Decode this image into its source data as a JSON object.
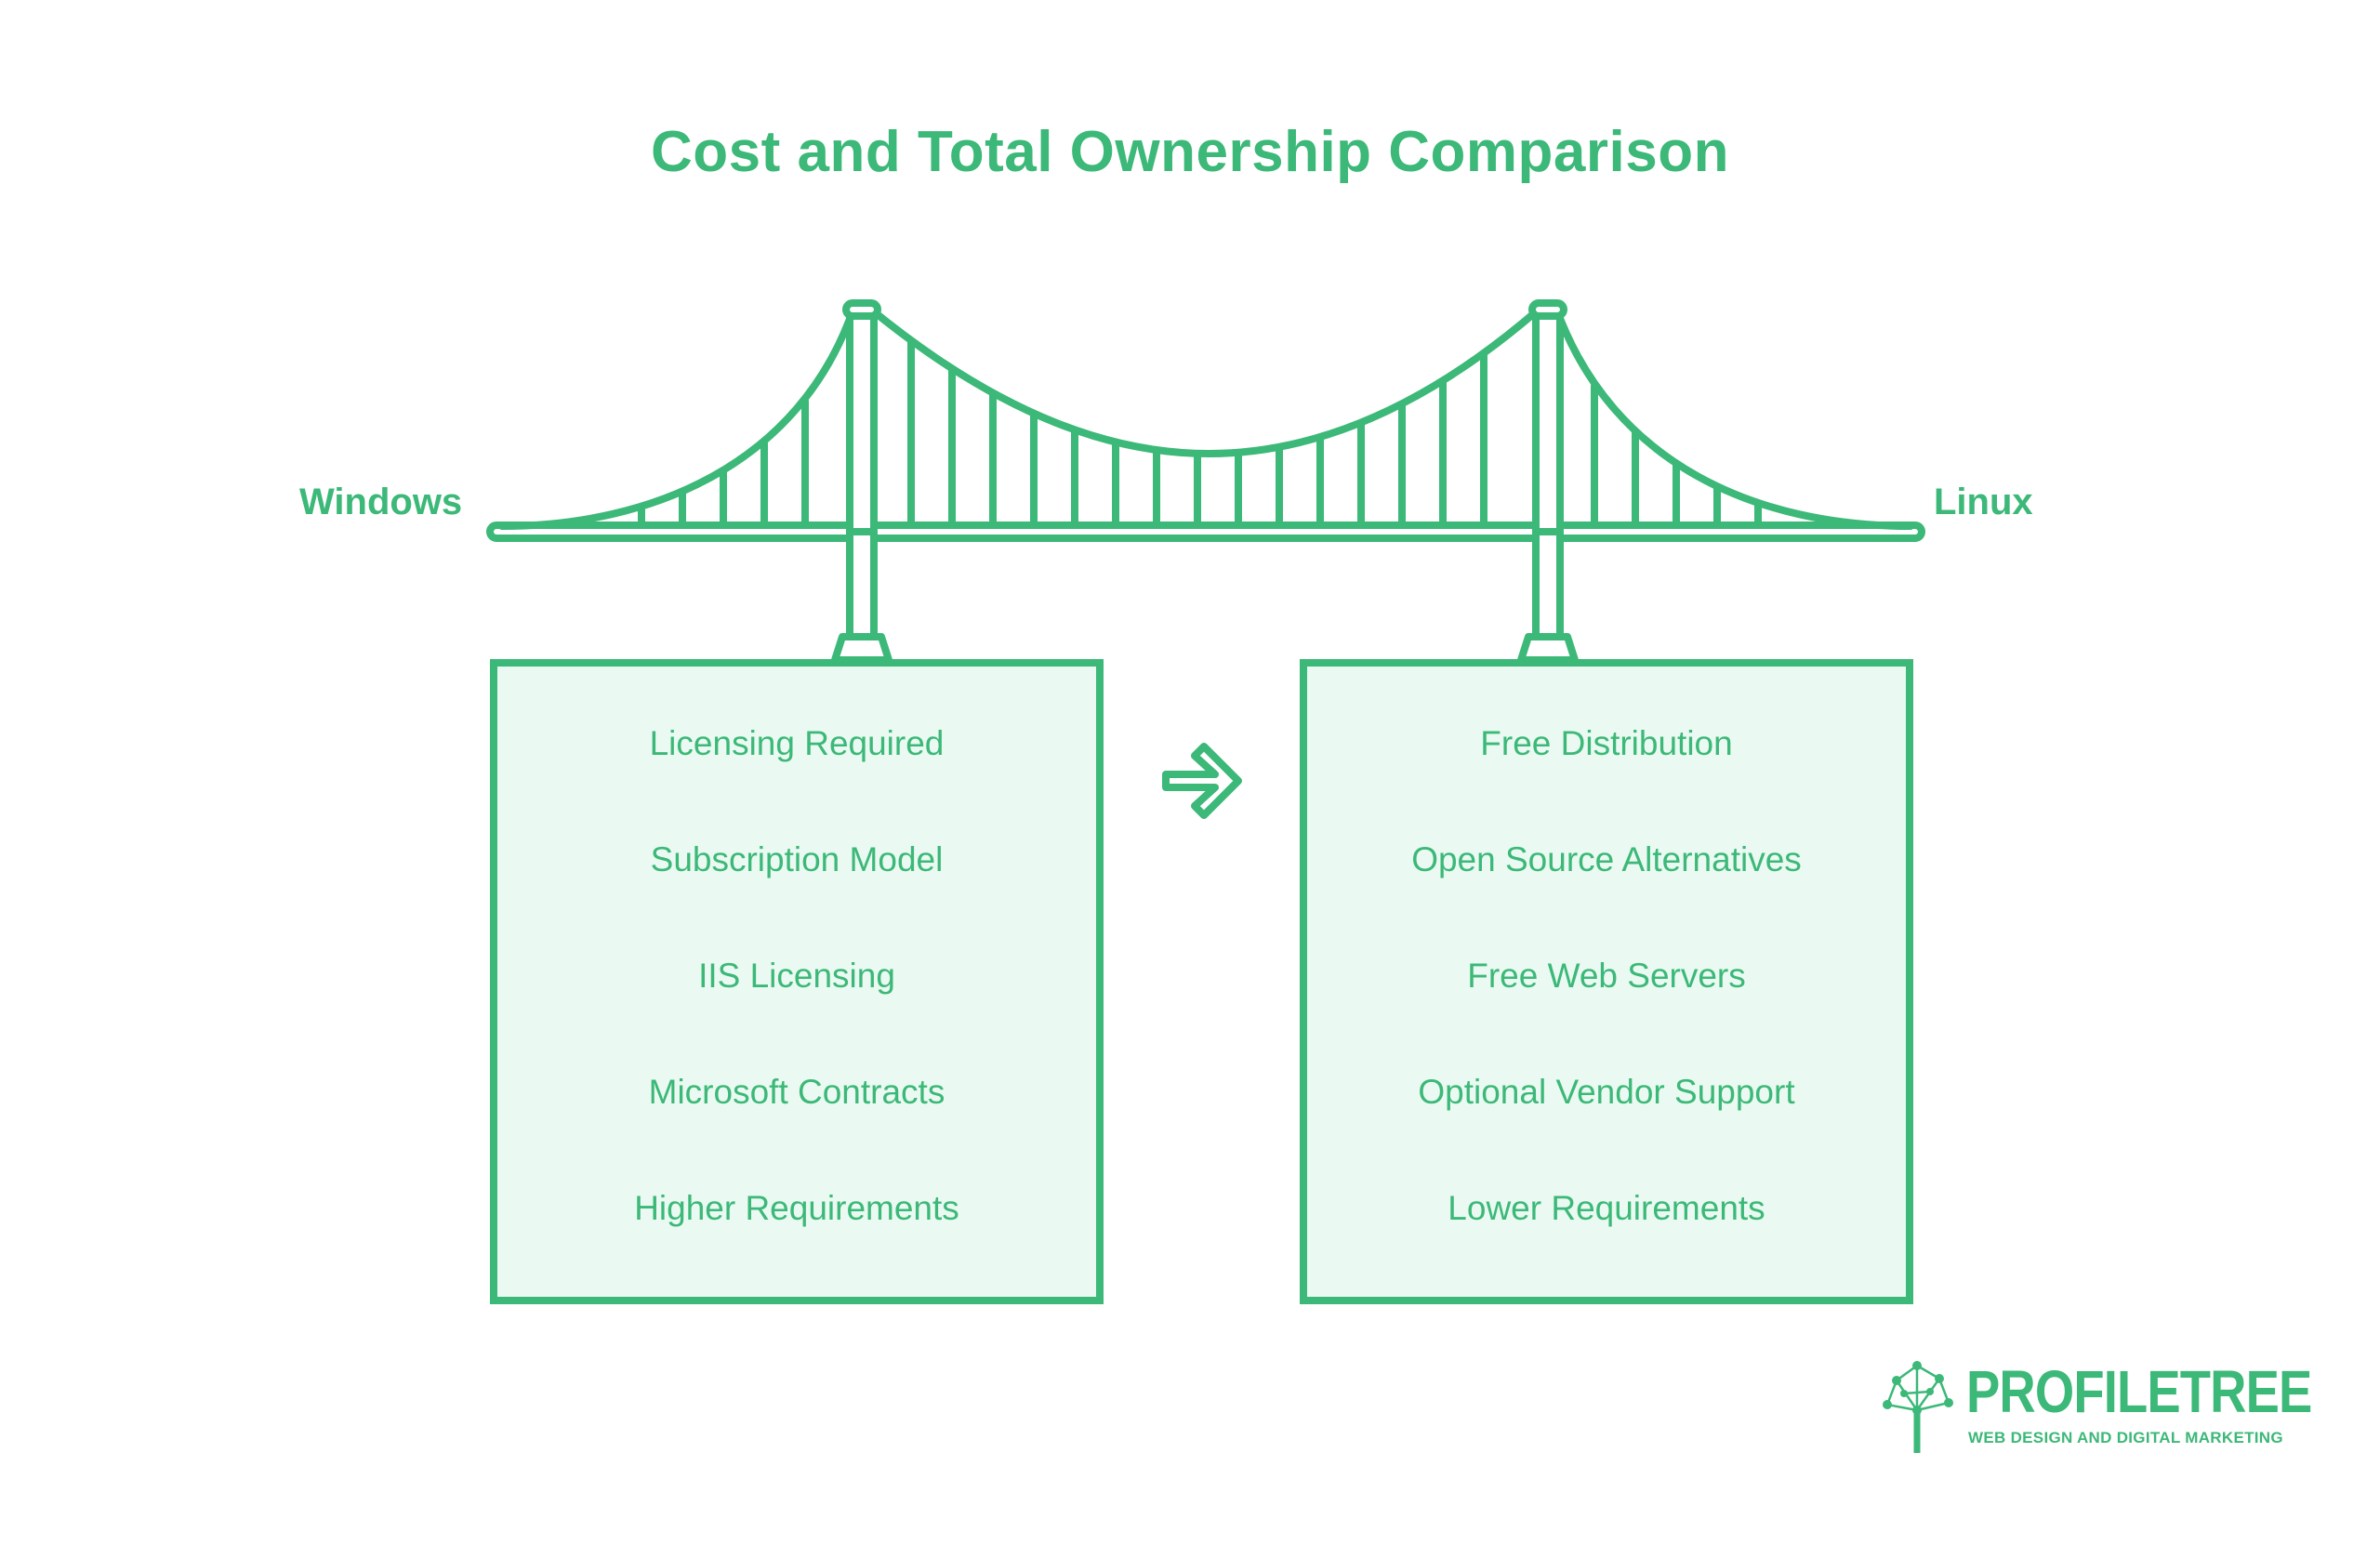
{
  "title": "Cost and Total Ownership Comparison",
  "labels": {
    "left": "Windows",
    "right": "Linux"
  },
  "windows_items": [
    "Licensing Required",
    "Subscription Model",
    "IIS Licensing",
    "Microsoft Contracts",
    "Higher Requirements"
  ],
  "linux_items": [
    "Free Distribution",
    "Open Source Alternatives",
    "Free Web Servers",
    "Optional Vendor Support",
    "Lower Requirements"
  ],
  "logo": {
    "name": "PROFILETREE",
    "tagline": "WEB DESIGN AND DIGITAL MARKETING"
  },
  "colors": {
    "accent": "#3cb878",
    "box_fill": "#eafaf2",
    "background": "#ffffff"
  },
  "icons": [
    "suspension-bridge-icon",
    "arrow-right-icon",
    "tree-network-logo-icon"
  ]
}
